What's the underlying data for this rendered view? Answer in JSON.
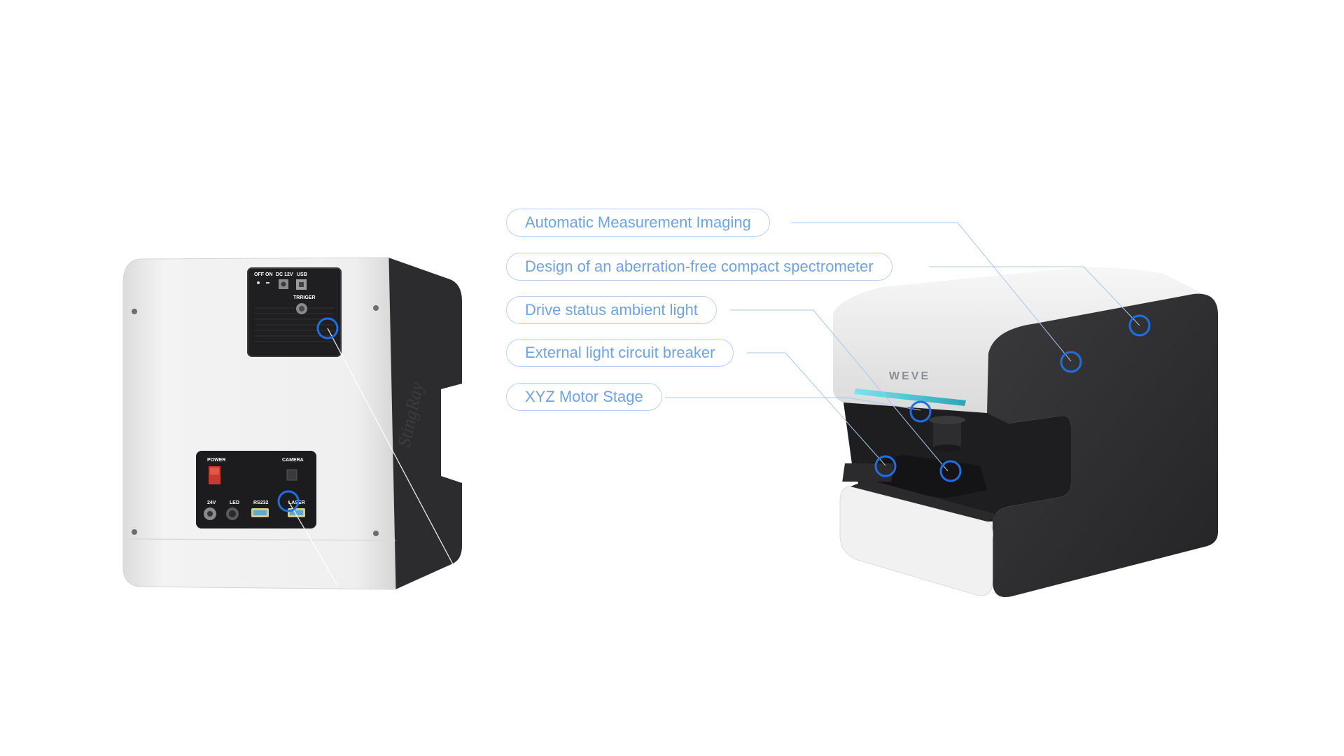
{
  "callouts": [
    {
      "label": "Automatic Measurement Imaging"
    },
    {
      "label": "Design of an aberration-free compact spectrometer"
    },
    {
      "label": "Drive status ambient light"
    },
    {
      "label": "External light circuit breaker"
    },
    {
      "label": "XYZ Motor Stage"
    }
  ],
  "rear_device": {
    "top_panel": {
      "off_label": "OFF",
      "on_label": "ON",
      "dc_label": "DC 12V",
      "usb_label": "USB",
      "trigger_label": "TRRIGER"
    },
    "bottom_panel": {
      "power_label": "POWER",
      "camera_label": "CAMERA",
      "v24_label": "24V",
      "led_label": "LED",
      "rs232_label": "RS232",
      "laser_label": "LASER"
    },
    "side_logo": "StingRay"
  },
  "front_device": {
    "brand": "WEVE"
  },
  "colors": {
    "marker": "#1f6fe0",
    "callout_text": "#6fa3df",
    "callout_border": "#b9d1ee",
    "body_dark": "#2b2b2d",
    "body_light": "#ececec"
  }
}
